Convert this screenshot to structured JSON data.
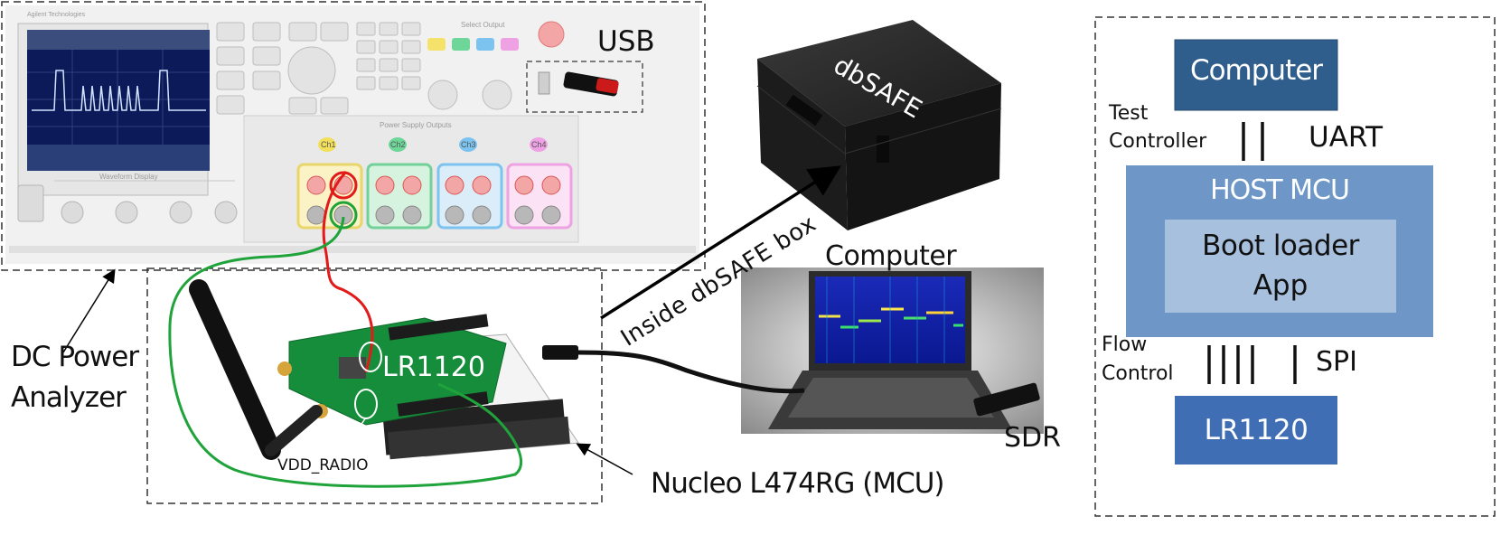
{
  "analyzer": {
    "usb_label": "USB",
    "title_label": "DC Power Analyzer",
    "title_line1": "DC Power",
    "title_line2": "Analyzer",
    "outputs_label": "Power Supply Outputs",
    "waveform_label": "Waveform Display",
    "select_output_label": "Select Output",
    "brand_label": "Agilent Technologies",
    "channel_labels": [
      "Ch1",
      "Ch2",
      "Ch3",
      "Ch4"
    ]
  },
  "dbsafe": {
    "box_label": "dbSAFE",
    "arrow_label": "Inside dbSAFE box"
  },
  "bench": {
    "computer_label": "Computer",
    "sdr_label": "SDR",
    "board_label": "LR1120",
    "vdd_label": "VDD_RADIO",
    "mcu_label": "Nucleo L474RG (MCU)"
  },
  "block_diagram": {
    "computer": "Computer",
    "test_controller_line1": "Test",
    "test_controller_line2": "Controller",
    "uart": "UART",
    "host_mcu": "HOST MCU",
    "bootloader_line1": "Boot loader",
    "bootloader_line2": "App",
    "flow_control_line1": "Flow",
    "flow_control_line2": "Control",
    "spi": "SPI",
    "lr1120": "LR1120"
  },
  "colors": {
    "computer_box": "#2f5e8c",
    "host_mcu_box": "#6e97c8",
    "bootloader_box": "#a7c0de",
    "lr1120_box": "#3f6eb4",
    "red_wire": "#e11a1a",
    "green_wire": "#1fa33a"
  }
}
